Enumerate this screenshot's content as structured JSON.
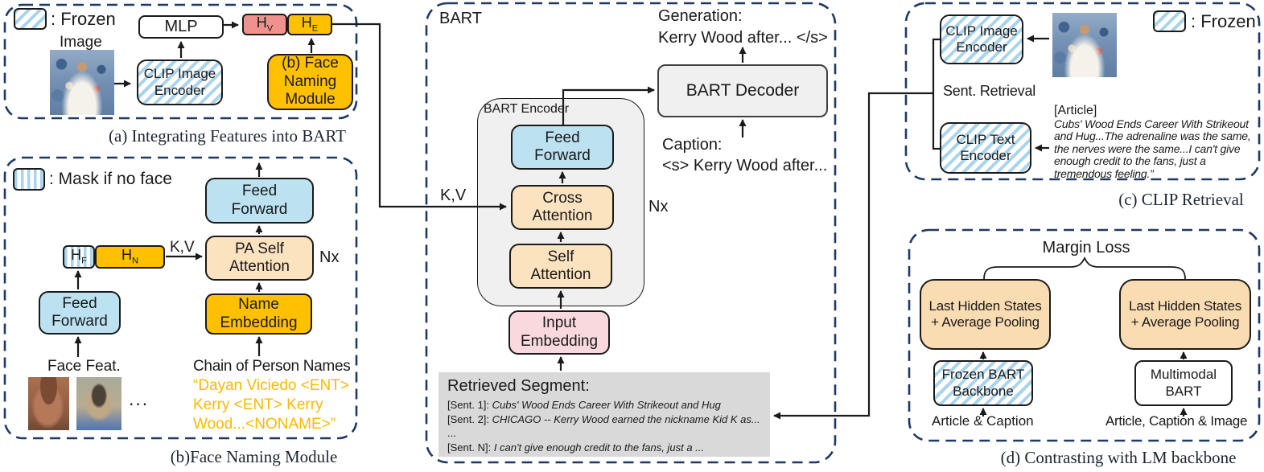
{
  "colors": {
    "navy": "#1F3864",
    "ink": "#1a1a1a",
    "gold": "#FFC000",
    "pinkbox": "#F0918E",
    "blue": "#BCE1F1",
    "peach": "#FCE3C0",
    "peachDeep": "#FADCB2",
    "inputPink": "#F9D9DD",
    "hatchBlue": "#A9D4EC",
    "grayBox": "#D9D9D9",
    "panelGray": "#F0F0F1",
    "chainOrange": "#FFB900"
  },
  "panel_a": {
    "legend_label": ": Frozen",
    "image_label": "Image",
    "mlp": "MLP",
    "clip_image_encoder": "CLIP Image\nEncoder",
    "hv": {
      "t": "H",
      "s": "V"
    },
    "he": {
      "t": "H",
      "s": "E"
    },
    "face_naming_module": "(b) Face\nNaming\nModule",
    "caption": "(a) Integrating Features into BART"
  },
  "panel_b": {
    "legend_label": ": Mask if no face",
    "feed_forward_top": "Feed\nForward",
    "pa_self_attention": "PA Self\nAttention",
    "nx": "Nx",
    "hf": {
      "t": "H",
      "s": "F"
    },
    "hn": {
      "t": "H",
      "s": "N"
    },
    "kv": "K,V",
    "feed_forward_bottom": "Feed\nForward",
    "name_embedding": "Name\nEmbedding",
    "face_feat_label": "Face Feat.",
    "ellipsis": "...",
    "chain_label": "Chain of Person Names",
    "chain_text": "“Dayan Viciedo <ENT>\nKerry <ENT> Kerry\nWood...<NONAME>”",
    "caption": "(b)Face Naming Module"
  },
  "panel_bart": {
    "title": "BART",
    "generation_label": "Generation:",
    "generation_text": "Kerry Wood after... </s>",
    "decoder": "BART Decoder",
    "encoder_label": "BART Encoder",
    "feed_forward": "Feed\nForward",
    "cross_attention": "Cross\nAttention",
    "self_attention": "Self\nAttention",
    "input_embedding": "Input\nEmbedding",
    "nx": "Nx",
    "kv": "K,V",
    "caption_label": "Caption:",
    "caption_text": "<s> Kerry Wood after...",
    "retrieved": {
      "title": "Retrieved Segment:",
      "lines": [
        {
          "prefix": "[Sent. 1]: ",
          "text": "Cubs' Wood Ends Career With Strikeout and Hug"
        },
        {
          "prefix": "[Sent. 2]: ",
          "text": "CHICAGO -- Kerry Wood earned the nickname Kid K as..."
        },
        {
          "prefix": "...",
          "text": ""
        },
        {
          "prefix": "[Sent. N]: ",
          "text": "I can't give enough credit to the fans, just a ..."
        }
      ]
    }
  },
  "panel_c": {
    "clip_image_encoder": "CLIP Image\nEncoder",
    "legend_label": ": Frozen",
    "sent_retrieval": "Sent. Retrieval",
    "clip_text_encoder": "CLIP Text\nEncoder",
    "article_label": "[Article]",
    "article_text": "Cubs' Wood Ends Career With Strikeout and Hug...The  adrenaline was the same, the nerves were the same...I can't give enough credit to the fans, just a tremendous feeling.”",
    "caption": "(c) CLIP Retrieval"
  },
  "panel_d": {
    "margin_loss": "Margin Loss",
    "left_box": "Last Hidden States\n+ Average Pooling",
    "right_box": "Last Hidden States\n+ Average Pooling",
    "frozen_backbone": "Frozen BART\nBackbone",
    "multimodal_bart": "Multimodal\nBART",
    "left_input": "Article & Caption",
    "right_input": "Article, Caption & Image",
    "caption": "(d) Contrasting with LM backbone"
  }
}
